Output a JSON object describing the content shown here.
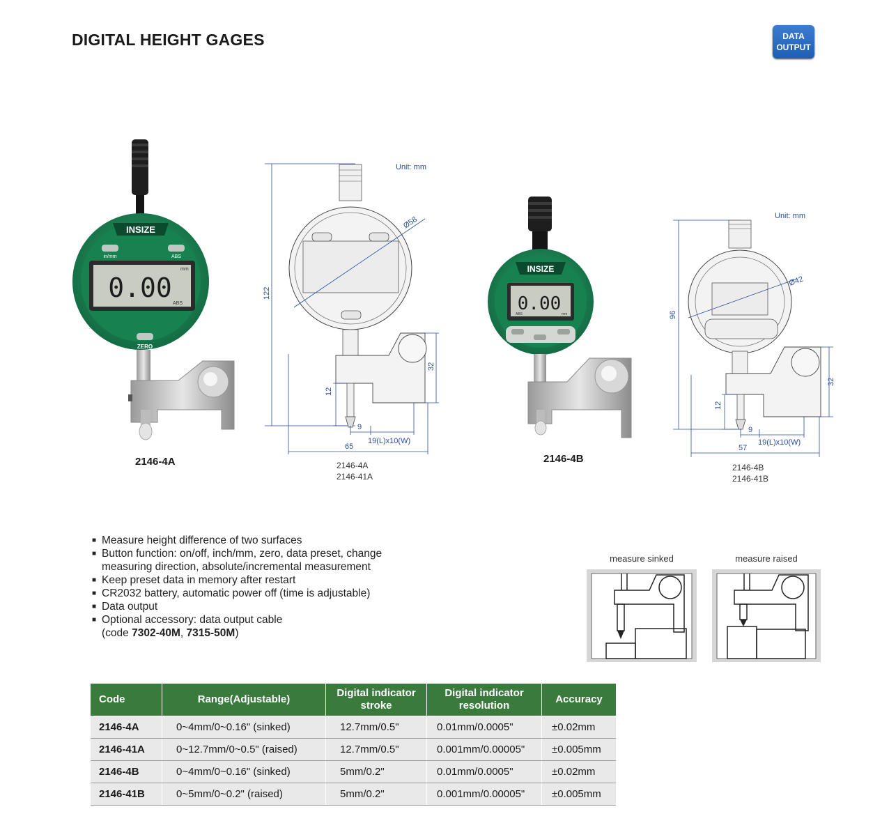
{
  "header": {
    "title": "DIGITAL HEIGHT GAGES",
    "badge_line1": "DATA",
    "badge_line2": "OUTPUT"
  },
  "products": [
    {
      "model": "2146-4A",
      "brand": "INSIZE",
      "display": "0.00",
      "btn_left": "in/mm",
      "btn_right": "ABS",
      "btn_zero": "ZERO",
      "unit_mm": "mm",
      "abs": "ABS"
    },
    {
      "model": "2146-4B",
      "brand": "INSIZE",
      "display": "0.00",
      "abs": "ABS",
      "unit_mm": "mm"
    }
  ],
  "drawing_a": {
    "unit": "Unit: mm",
    "dia": "Ø58",
    "height": "122",
    "h32": "32",
    "h12": "12",
    "w9": "9",
    "w65": "65",
    "contact": "19(L)x10(W)",
    "codes": [
      "2146-4A",
      "2146-41A"
    ]
  },
  "drawing_b": {
    "unit": "Unit: mm",
    "dia": "Ø42",
    "height": "96",
    "h32": "32",
    "h12": "12",
    "w9": "9",
    "w57": "57",
    "contact": "19(L)x10(W)",
    "codes": [
      "2146-4B",
      "2146-41B"
    ]
  },
  "features": [
    "Measure height difference of two surfaces",
    "Button function: on/off, inch/mm, zero, data preset, change",
    "Keep preset data in memory after restart",
    "CR2032 battery, automatic power off (time is adjustable)",
    "Data output",
    "Optional accessory: data output cable"
  ],
  "feature_cont": {
    "button_line2": "measuring direction, absolute/incremental measurement",
    "code_prefix": "(code ",
    "code1": "7302-40M",
    "code_sep": ", ",
    "code2": "7315-50M",
    "code_suffix": ")"
  },
  "sketches": {
    "sinked": "measure sinked",
    "raised": "measure raised"
  },
  "table": {
    "headers": [
      "Code",
      "Range(Adjustable)",
      "Digital indicator stroke",
      "Digital indicator resolution",
      "Accuracy"
    ],
    "rows": [
      [
        "2146-4A",
        "0~4mm/0~0.16\" (sinked)",
        "12.7mm/0.5\"",
        "0.01mm/0.0005\"",
        "±0.02mm"
      ],
      [
        "2146-41A",
        "0~12.7mm/0~0.5\" (raised)",
        "12.7mm/0.5\"",
        "0.001mm/0.00005\"",
        "±0.005mm"
      ],
      [
        "2146-4B",
        "0~4mm/0~0.16\" (sinked)",
        "5mm/0.2\"",
        "0.01mm/0.0005\"",
        "±0.02mm"
      ],
      [
        "2146-41B",
        "0~5mm/0~0.2\" (raised)",
        "5mm/0.2\"",
        "0.001mm/0.00005\"",
        "±0.005mm"
      ]
    ]
  },
  "colors": {
    "green": "#1f8f5b",
    "header_green": "#3a7a3c",
    "badge_blue": "#2a6cc4",
    "dim_blue": "#2a4fa0"
  }
}
